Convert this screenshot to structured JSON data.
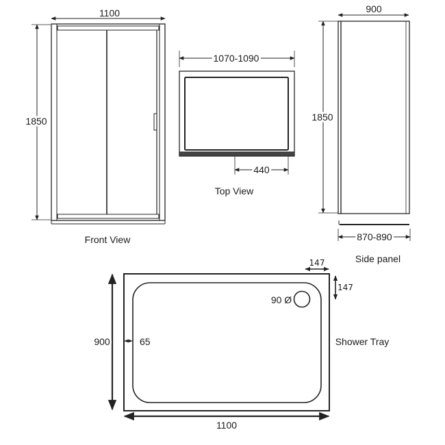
{
  "front_view": {
    "caption": "Front View",
    "width_dim": "1100",
    "height_dim": "1850"
  },
  "top_view": {
    "caption": "Top View",
    "width_dim": "1070-1090",
    "opening_dim": "440"
  },
  "side_panel": {
    "caption": "Side panel",
    "width_dim": "900",
    "height_dim": "1850",
    "adjust_dim": "870-890"
  },
  "shower_tray": {
    "caption": "Shower Tray",
    "width_dim": "1100",
    "height_dim": "900",
    "rim_dim": "65",
    "waste_dim": "90 Ø",
    "waste_offset_x": "147",
    "waste_offset_y": "147"
  },
  "colors": {
    "line": "#222222",
    "background": "#ffffff"
  }
}
